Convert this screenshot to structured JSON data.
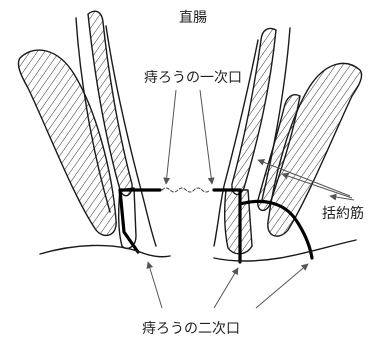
{
  "labels": {
    "rectum": "直腸",
    "primary_opening": "痔ろうの一次口",
    "sphincter": "括約筋",
    "secondary_opening": "痔ろうの二次口"
  }
}
